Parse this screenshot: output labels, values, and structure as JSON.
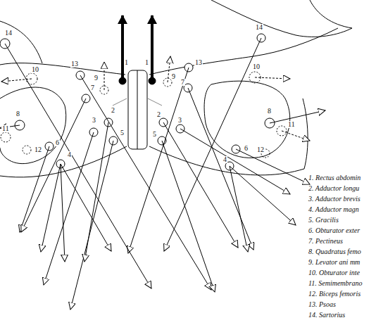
{
  "diagram": {
    "labels": [
      "14",
      "10",
      "13",
      "9",
      "1",
      "7",
      "8",
      "11",
      "3",
      "2",
      "6",
      "5",
      "12",
      "4",
      "1",
      "9",
      "14",
      "13",
      "10",
      "7",
      "8",
      "2",
      "3",
      "11",
      "5",
      "6",
      "12",
      "4",
      "1. Rectus abdomin",
      "2. Adductor longu",
      "3. Adductor brevis",
      "4. Adductor magn",
      "5. Gracilis",
      "6. Obturator exter",
      "7. Pectineus",
      "8. Quadratus femo",
      "9. Levator ani mm",
      "10. Obturator inte",
      "11. Semimembrano",
      "12. Biceps femoris",
      "13. Psoas",
      "14. Sartorius"
    ]
  }
}
